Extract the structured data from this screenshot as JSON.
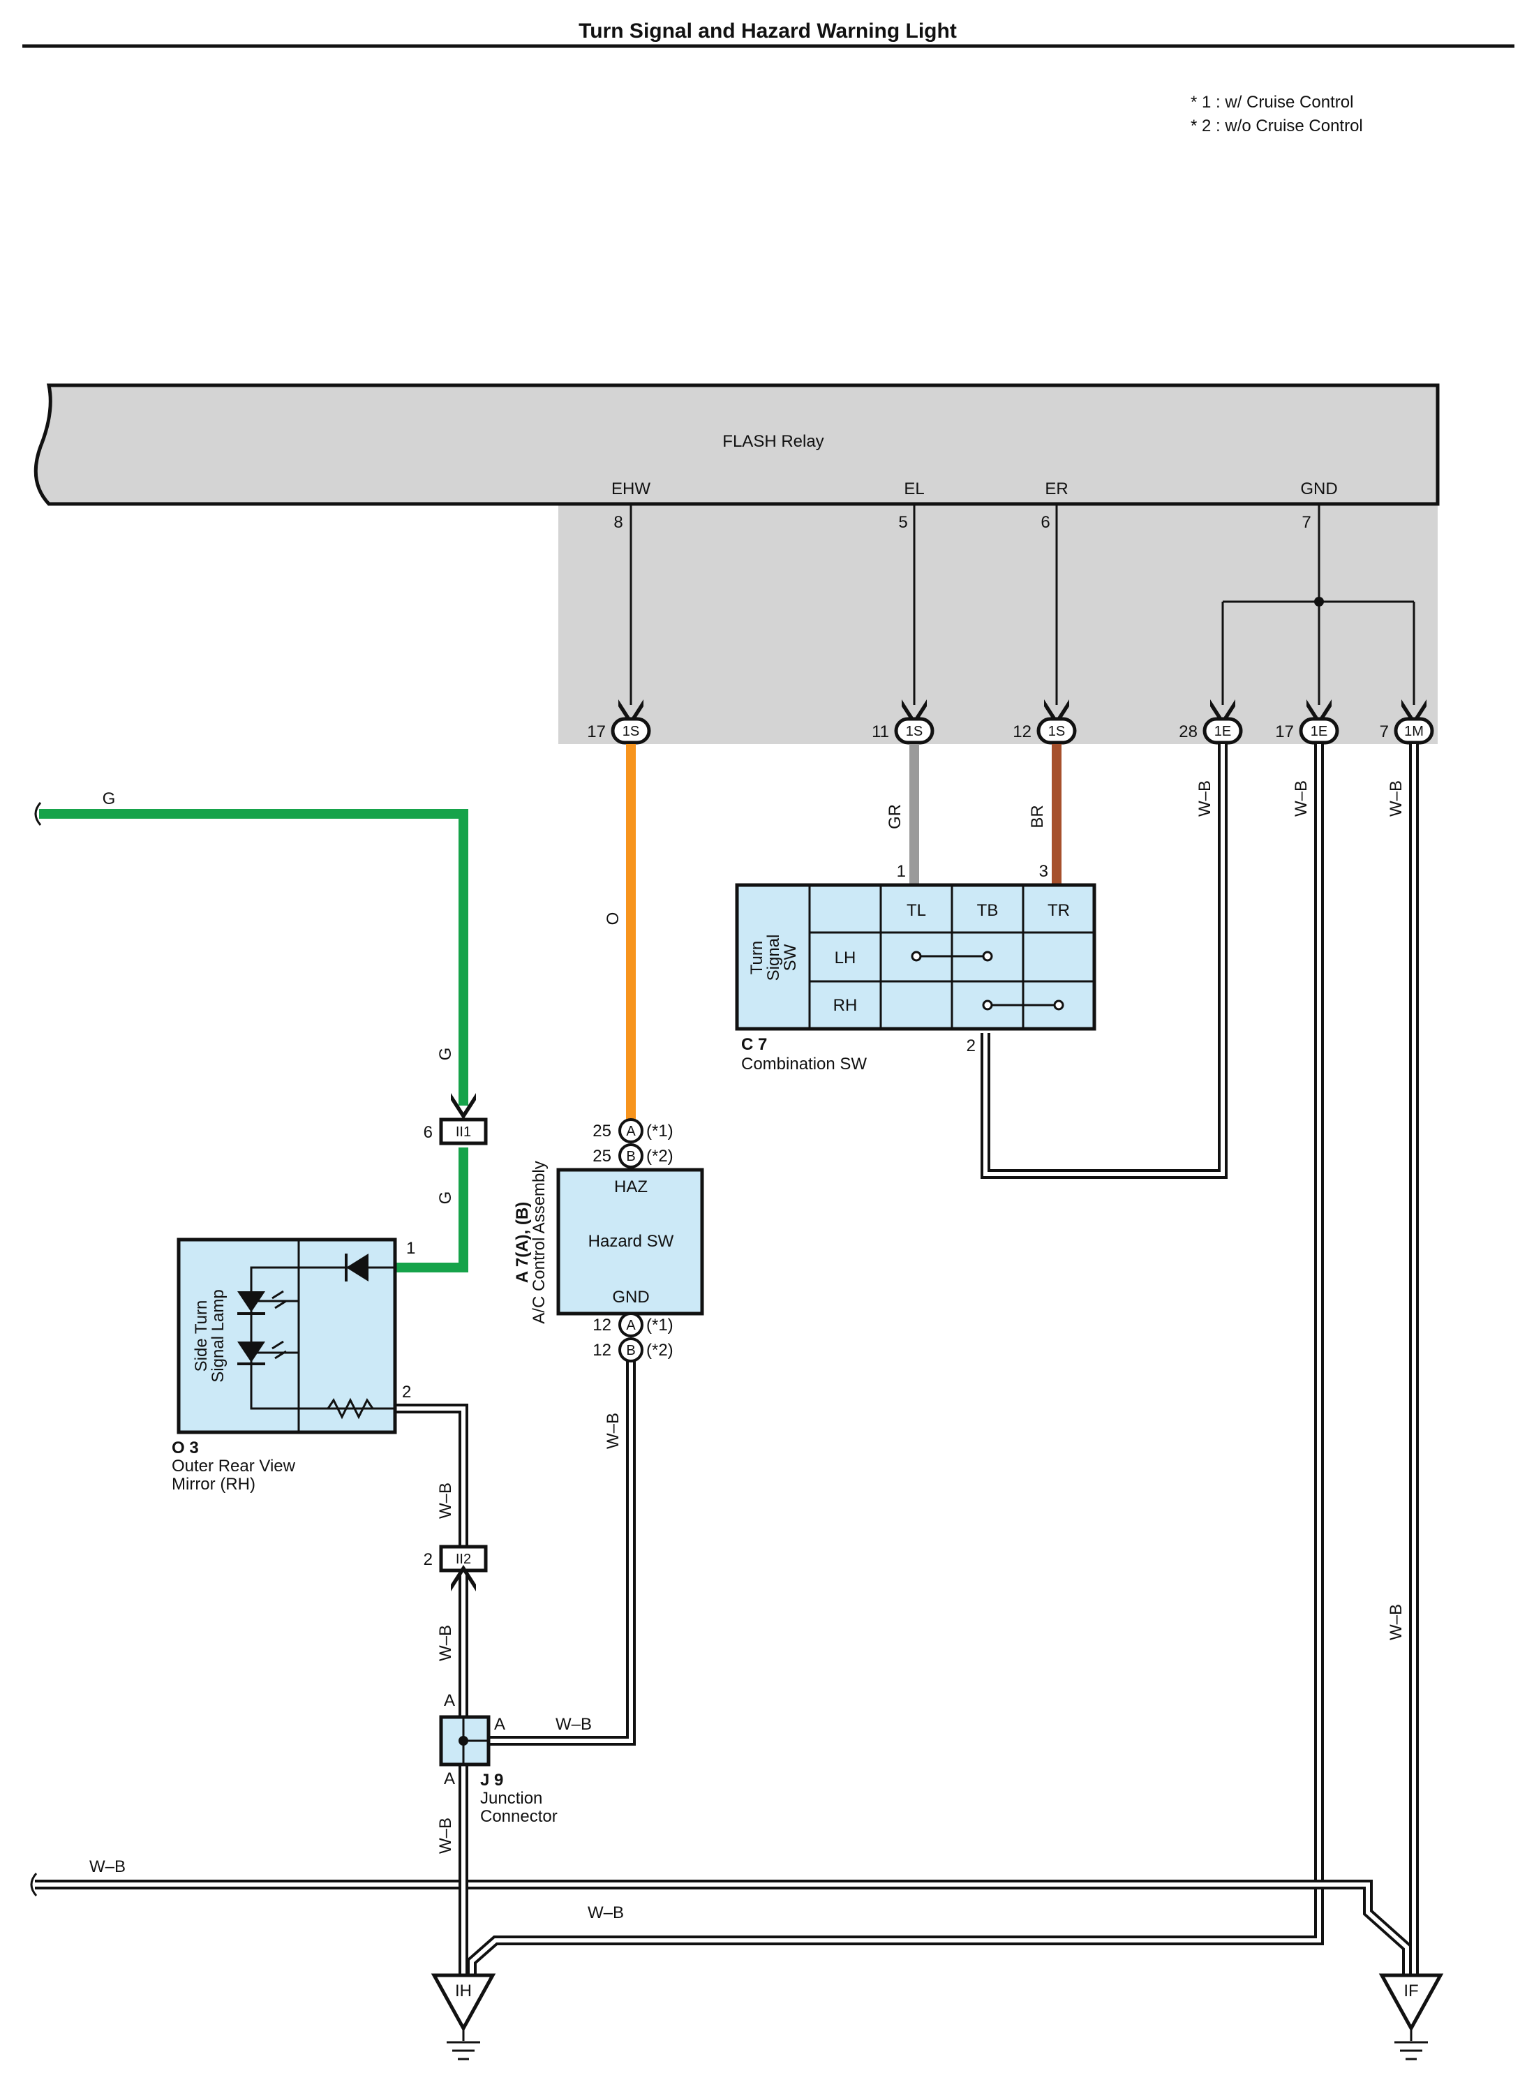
{
  "title": "Turn Signal and Hazard Warning Light",
  "notes": [
    "* 1 : w/ Cruise Control",
    "* 2 : w/o Cruise Control"
  ],
  "colors": {
    "relay_fill": "#d4d4d4",
    "component_fill": "#cce9f7",
    "wire_G": "#16a34a",
    "wire_O": "#f7941d",
    "wire_GR": "#9a9a9a",
    "wire_BR": "#a6502c",
    "wire_WB": "#1a1a1a"
  },
  "flash_relay": {
    "name": "FLASH Relay",
    "terminals": [
      {
        "label": "EHW",
        "pin": "8"
      },
      {
        "label": "EL",
        "pin": "5"
      },
      {
        "label": "ER",
        "pin": "6"
      },
      {
        "label": "GND",
        "pin": "7"
      }
    ]
  },
  "junction_connectors": [
    {
      "pin": "17",
      "code": "1S"
    },
    {
      "pin": "11",
      "code": "1S"
    },
    {
      "pin": "12",
      "code": "1S"
    },
    {
      "pin": "28",
      "code": "1E"
    },
    {
      "pin": "17",
      "code": "1E"
    },
    {
      "pin": "7",
      "code": "1M"
    }
  ],
  "wires": {
    "g": "G",
    "o": "O",
    "gr": "GR",
    "br": "BR",
    "wb": "W–B"
  },
  "combination_sw": {
    "id": "C 7",
    "name": "Combination SW",
    "side_label": [
      "Turn",
      "Signal",
      "SW"
    ],
    "columns": [
      "TL",
      "TB",
      "TR"
    ],
    "rows": [
      "LH",
      "RH"
    ],
    "pins": {
      "tl": "1",
      "tr": "3",
      "gnd": "2"
    }
  },
  "hazard_sw": {
    "id": "A 7(A), (B)",
    "name": "A/C Control Assembly",
    "top_label": "HAZ",
    "center_label": "Hazard SW",
    "bottom_label": "GND",
    "top_pins": [
      {
        "pin": "25",
        "conn": "A",
        "note": "(*1)"
      },
      {
        "pin": "25",
        "conn": "B",
        "note": "(*2)"
      }
    ],
    "bottom_pins": [
      {
        "pin": "12",
        "conn": "A",
        "note": "(*1)"
      },
      {
        "pin": "12",
        "conn": "B",
        "note": "(*2)"
      }
    ]
  },
  "mirror": {
    "id": "O 3",
    "name_lines": [
      "Outer Rear View",
      "Mirror (RH)"
    ],
    "side_label": [
      "Side Turn",
      "Signal Lamp"
    ],
    "pins": {
      "in": "1",
      "out": "2"
    }
  },
  "inline_connectors": [
    {
      "pin": "6",
      "code": "II1"
    },
    {
      "pin": "2",
      "code": "II2"
    }
  ],
  "junction_j9": {
    "id": "J 9",
    "name_lines": [
      "Junction",
      "Connector"
    ],
    "pin_labels": [
      "A",
      "A",
      "A"
    ]
  },
  "grounds": [
    "IH",
    "IF"
  ]
}
